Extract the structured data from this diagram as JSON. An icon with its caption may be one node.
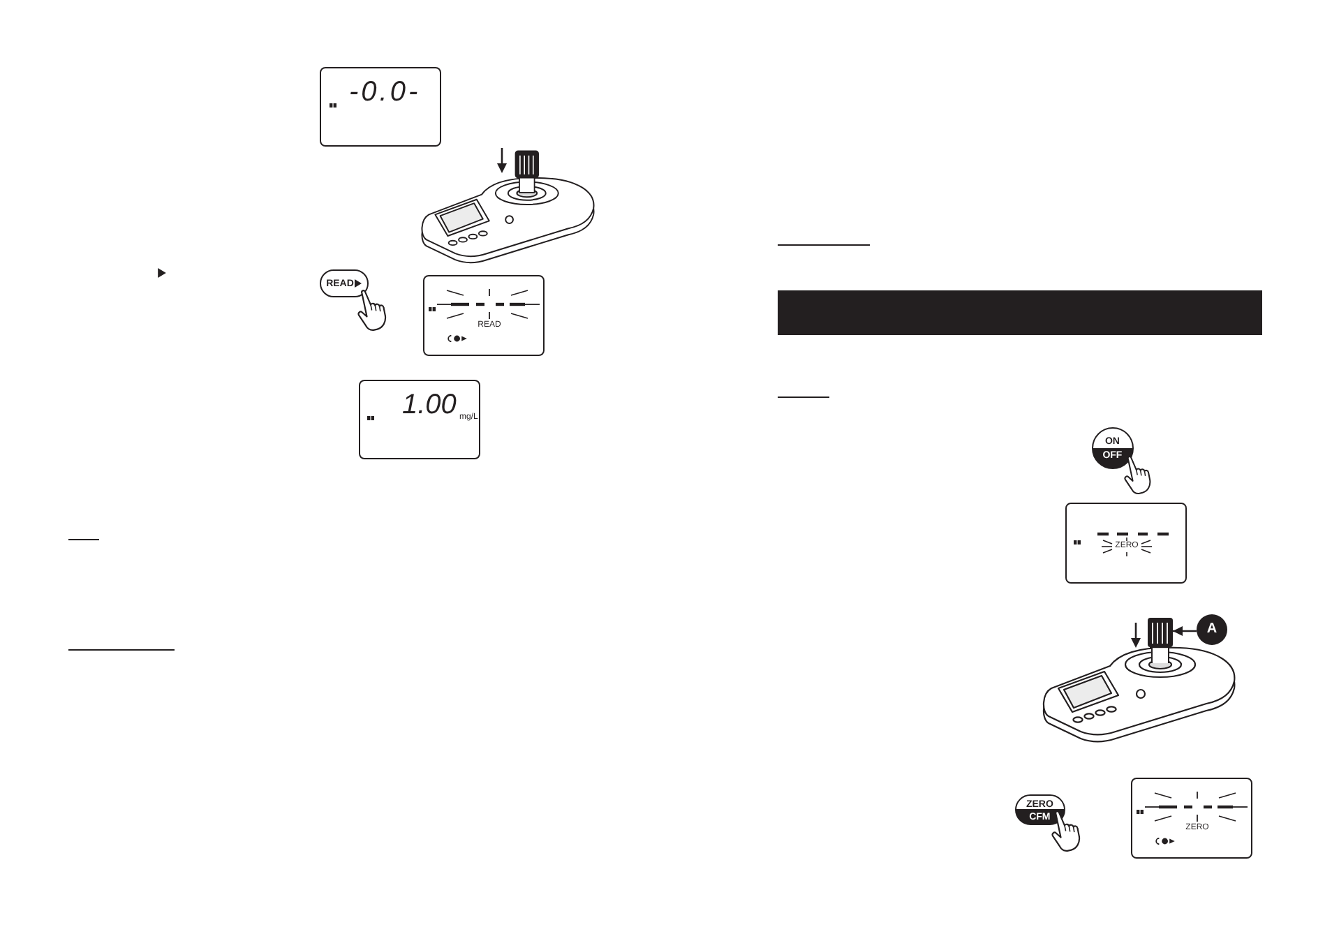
{
  "diagram": {
    "nodes": [
      {
        "text": [
          "-0.0-"
        ]
      },
      {
        "text": [
          "READ"
        ]
      },
      {
        "text": [
          "READ"
        ]
      },
      {
        "text": [
          "1.00",
          "mg/L"
        ]
      },
      {
        "text": [],
        "shape": "bar"
      },
      {
        "text": [
          "ON",
          "OFF"
        ]
      },
      {
        "text": [
          "ZERO"
        ]
      },
      {
        "text": [],
        "shape": "picture"
      },
      {
        "text": [
          "A"
        ]
      },
      {
        "text": [
          "ZERO",
          "CFM"
        ]
      },
      {
        "text": [
          "ZERO"
        ]
      }
    ],
    "edges": [
      {
        "from": 8,
        "to": 7,
        "arrow": "to"
      }
    ]
  }
}
